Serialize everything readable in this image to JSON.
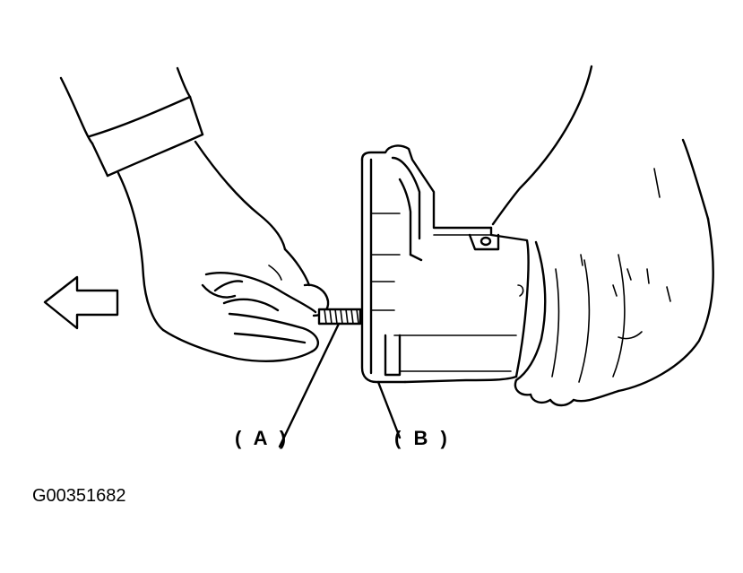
{
  "figure": {
    "callouts": [
      {
        "id": "a",
        "text": "( A )"
      },
      {
        "id": "b",
        "text": "( B )"
      }
    ],
    "figure_id": "G00351682",
    "arrow_direction": "left",
    "icons": [
      "left-arrow-icon"
    ]
  }
}
